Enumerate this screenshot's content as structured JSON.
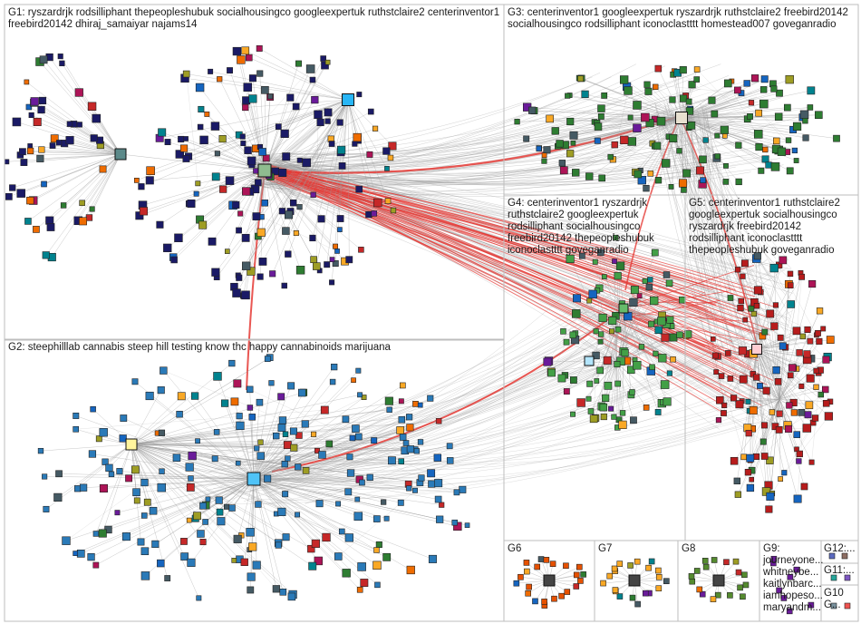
{
  "groups": [
    {
      "id": "G1",
      "title": "G1: ryszardrjk rodsilliphant thepeopleshubuk socialhousingco googleexpertuk ruthstclaire2 centerinventor1 freebird20142 dhiraj_samaiyar najams14"
    },
    {
      "id": "G2",
      "title": "G2: steephilllab cannabis steep hill testing know thc happy cannabinoids marijuana"
    },
    {
      "id": "G3",
      "title": "G3: centerinventor1 googleexpertuk ryszardrjk ruthstclaire2 freebird20142 socialhousingco rodsilliphant iconoclastttt homestead007 goveganradio"
    },
    {
      "id": "G4",
      "title": "G4: centerinventor1 ryszardrjk ruthstclaire2 googleexpertuk rodsilliphant socialhousingco freebird20142 thepeopleshubuk iconoclastttt goveganradio"
    },
    {
      "id": "G5",
      "title": "G5: centerinventor1 ruthstclaire2 googleexpertuk socialhousingco ryszardrjk freebird20142 rodsilliphant iconoclastttt thepeopleshubuk goveganradio"
    },
    {
      "id": "G6",
      "title": "G6"
    },
    {
      "id": "G7",
      "title": "G7"
    },
    {
      "id": "G8",
      "title": "G8"
    },
    {
      "id": "G9",
      "title": "G9:",
      "lines": [
        "journeyone...",
        "whitneybe...",
        "kaitlynbarc...",
        "iamhopeso...",
        "maryandm..."
      ]
    },
    {
      "id": "G12",
      "title": "G12:..."
    },
    {
      "id": "G11",
      "title": "G11:..."
    },
    {
      "id": "G10",
      "title": "G10 G..."
    }
  ],
  "colors": {
    "G1": "#1a1a66",
    "G2": "#2a7ab8",
    "G3": "#2e7d32",
    "G4": "#43a047",
    "G5": "#b71c1c",
    "G6": "#e65100",
    "G7": "#f9a825",
    "G8": "#558b2f",
    "G9": "#6a1b9a",
    "edge": "#9a9a9a",
    "edge_highlight": "#e53935",
    "box_border": "#bdbdbd"
  }
}
